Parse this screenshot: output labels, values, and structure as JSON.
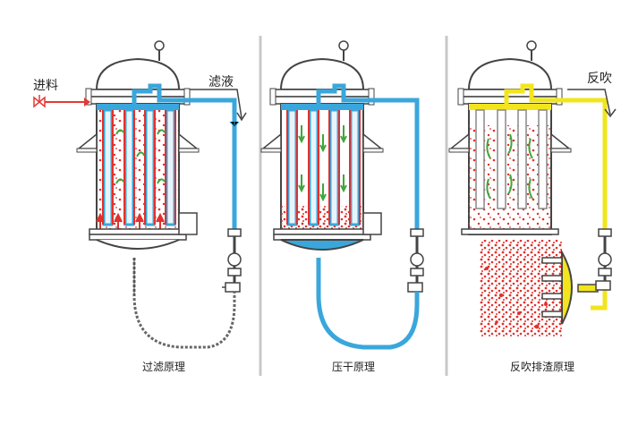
{
  "panels": [
    {
      "caption": "过滤原理",
      "label_in": "进料",
      "label_out": "滤液"
    },
    {
      "caption": "压干原理"
    },
    {
      "caption": "反吹排渣原理",
      "label_in": "反吹"
    }
  ],
  "colors": {
    "filtrate": "#3aa7dc",
    "blowback": "#f2e51d",
    "particles": "#e1312c",
    "feed": "#e33a35",
    "flow_green": "#3fa63a",
    "divider": "#c8c8c8",
    "steel": "#444444"
  }
}
